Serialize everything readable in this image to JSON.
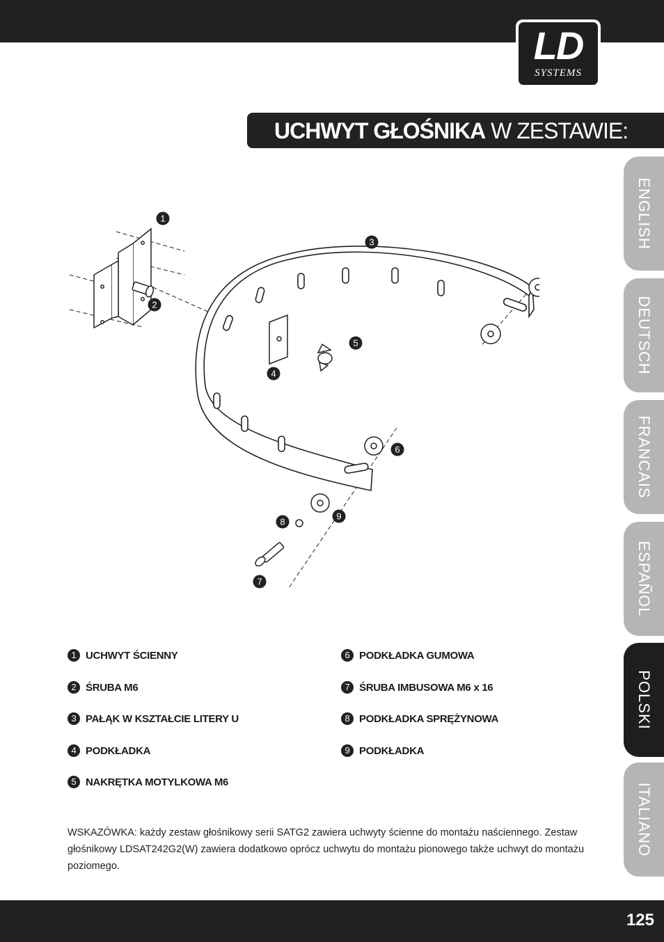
{
  "logo": {
    "main": "LD",
    "sub": "SYSTEMS"
  },
  "title": {
    "bold": "UCHWYT GŁOŚNIKA",
    "regular": "W ZESTAWIE:"
  },
  "tabs": [
    {
      "label": "ENGLISH",
      "active": false
    },
    {
      "label": "DEUTSCH",
      "active": false
    },
    {
      "label": "FRANCAIS",
      "active": false
    },
    {
      "label": "ESPAÑOL",
      "active": false
    },
    {
      "label": "POLSKI",
      "active": true
    },
    {
      "label": "ITALIANO",
      "active": false
    }
  ],
  "diagram_callouts": [
    "1",
    "2",
    "3",
    "4",
    "5",
    "6",
    "7",
    "8",
    "9"
  ],
  "legend": [
    {
      "num": "1",
      "text": "UCHWYT ŚCIENNY"
    },
    {
      "num": "2",
      "text": "ŚRUBA M6"
    },
    {
      "num": "3",
      "text": "PAŁĄK W KSZTAŁCIE LITERY U"
    },
    {
      "num": "4",
      "text": "PODKŁADKA"
    },
    {
      "num": "5",
      "text": "NAKRĘTKA MOTYLKOWA M6"
    },
    {
      "num": "6",
      "text": "PODKŁADKA GUMOWA"
    },
    {
      "num": "7",
      "text": "ŚRUBA IMBUSOWA M6 x 16"
    },
    {
      "num": "8",
      "text": "PODKŁADKA SPRĘŻYNOWA"
    },
    {
      "num": "9",
      "text": "PODKŁADKA"
    }
  ],
  "note": "WSKAZÓWKA: każdy zestaw głośnikowy serii SATG2 zawiera uchwyty ścienne do montażu naściennego. Zestaw głośnikowy LDSAT242G2(W) zawiera dodatkowo oprócz uchwytu do montażu pionowego także uchwyt do montażu poziomego.",
  "page_number": "125"
}
